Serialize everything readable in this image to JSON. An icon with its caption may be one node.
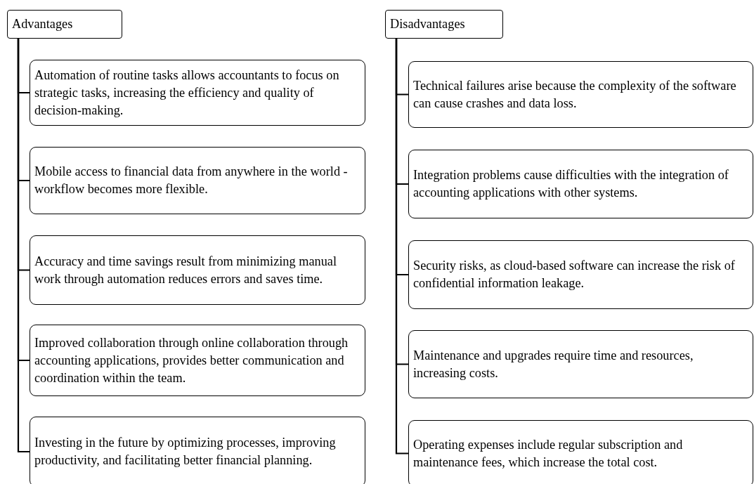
{
  "diagram": {
    "nodes": [
      {
        "text": [
          "Advantages"
        ]
      },
      {
        "text": [
          "Automation of routine tasks allows accountants to focus on strategic tasks, increasing the efficiency and quality of decision-making."
        ]
      },
      {
        "text": [
          "Mobile access to financial data from anywhere in the world - workflow becomes more flexible."
        ]
      },
      {
        "text": [
          "Accuracy and time savings result from minimizing manual work through automation reduces errors and saves time."
        ]
      },
      {
        "text": [
          "Improved collaboration through online collaboration through accounting applications, provides better communication and coordination within the team."
        ]
      },
      {
        "text": [
          "Investing in the future by optimizing processes, improving productivity, and facilitating better financial planning."
        ]
      },
      {
        "text": [
          "Disadvantages"
        ]
      },
      {
        "text": [
          "Technical failures arise because the complexity of the software can cause crashes and data loss."
        ]
      },
      {
        "text": [
          "Integration problems cause difficulties with the integration of accounting applications with other systems."
        ]
      },
      {
        "text": [
          "Security risks, as cloud-based software can increase the risk of confidential information leakage."
        ]
      },
      {
        "text": [
          "Maintenance and upgrades require time and resources, increasing costs."
        ]
      },
      {
        "text": [
          "Operating expenses include regular subscription and maintenance fees, which increase the total cost."
        ]
      }
    ],
    "edges": [
      {
        "from": 0,
        "to": 1,
        "arrow": "none"
      },
      {
        "from": 0,
        "to": 2,
        "arrow": "none"
      },
      {
        "from": 0,
        "to": 3,
        "arrow": "none"
      },
      {
        "from": 0,
        "to": 4,
        "arrow": "none"
      },
      {
        "from": 0,
        "to": 5,
        "arrow": "none"
      },
      {
        "from": 6,
        "to": 7,
        "arrow": "none"
      },
      {
        "from": 6,
        "to": 8,
        "arrow": "none"
      },
      {
        "from": 6,
        "to": 9,
        "arrow": "none"
      },
      {
        "from": 6,
        "to": 10,
        "arrow": "none"
      },
      {
        "from": 6,
        "to": 11,
        "arrow": "none"
      }
    ]
  }
}
